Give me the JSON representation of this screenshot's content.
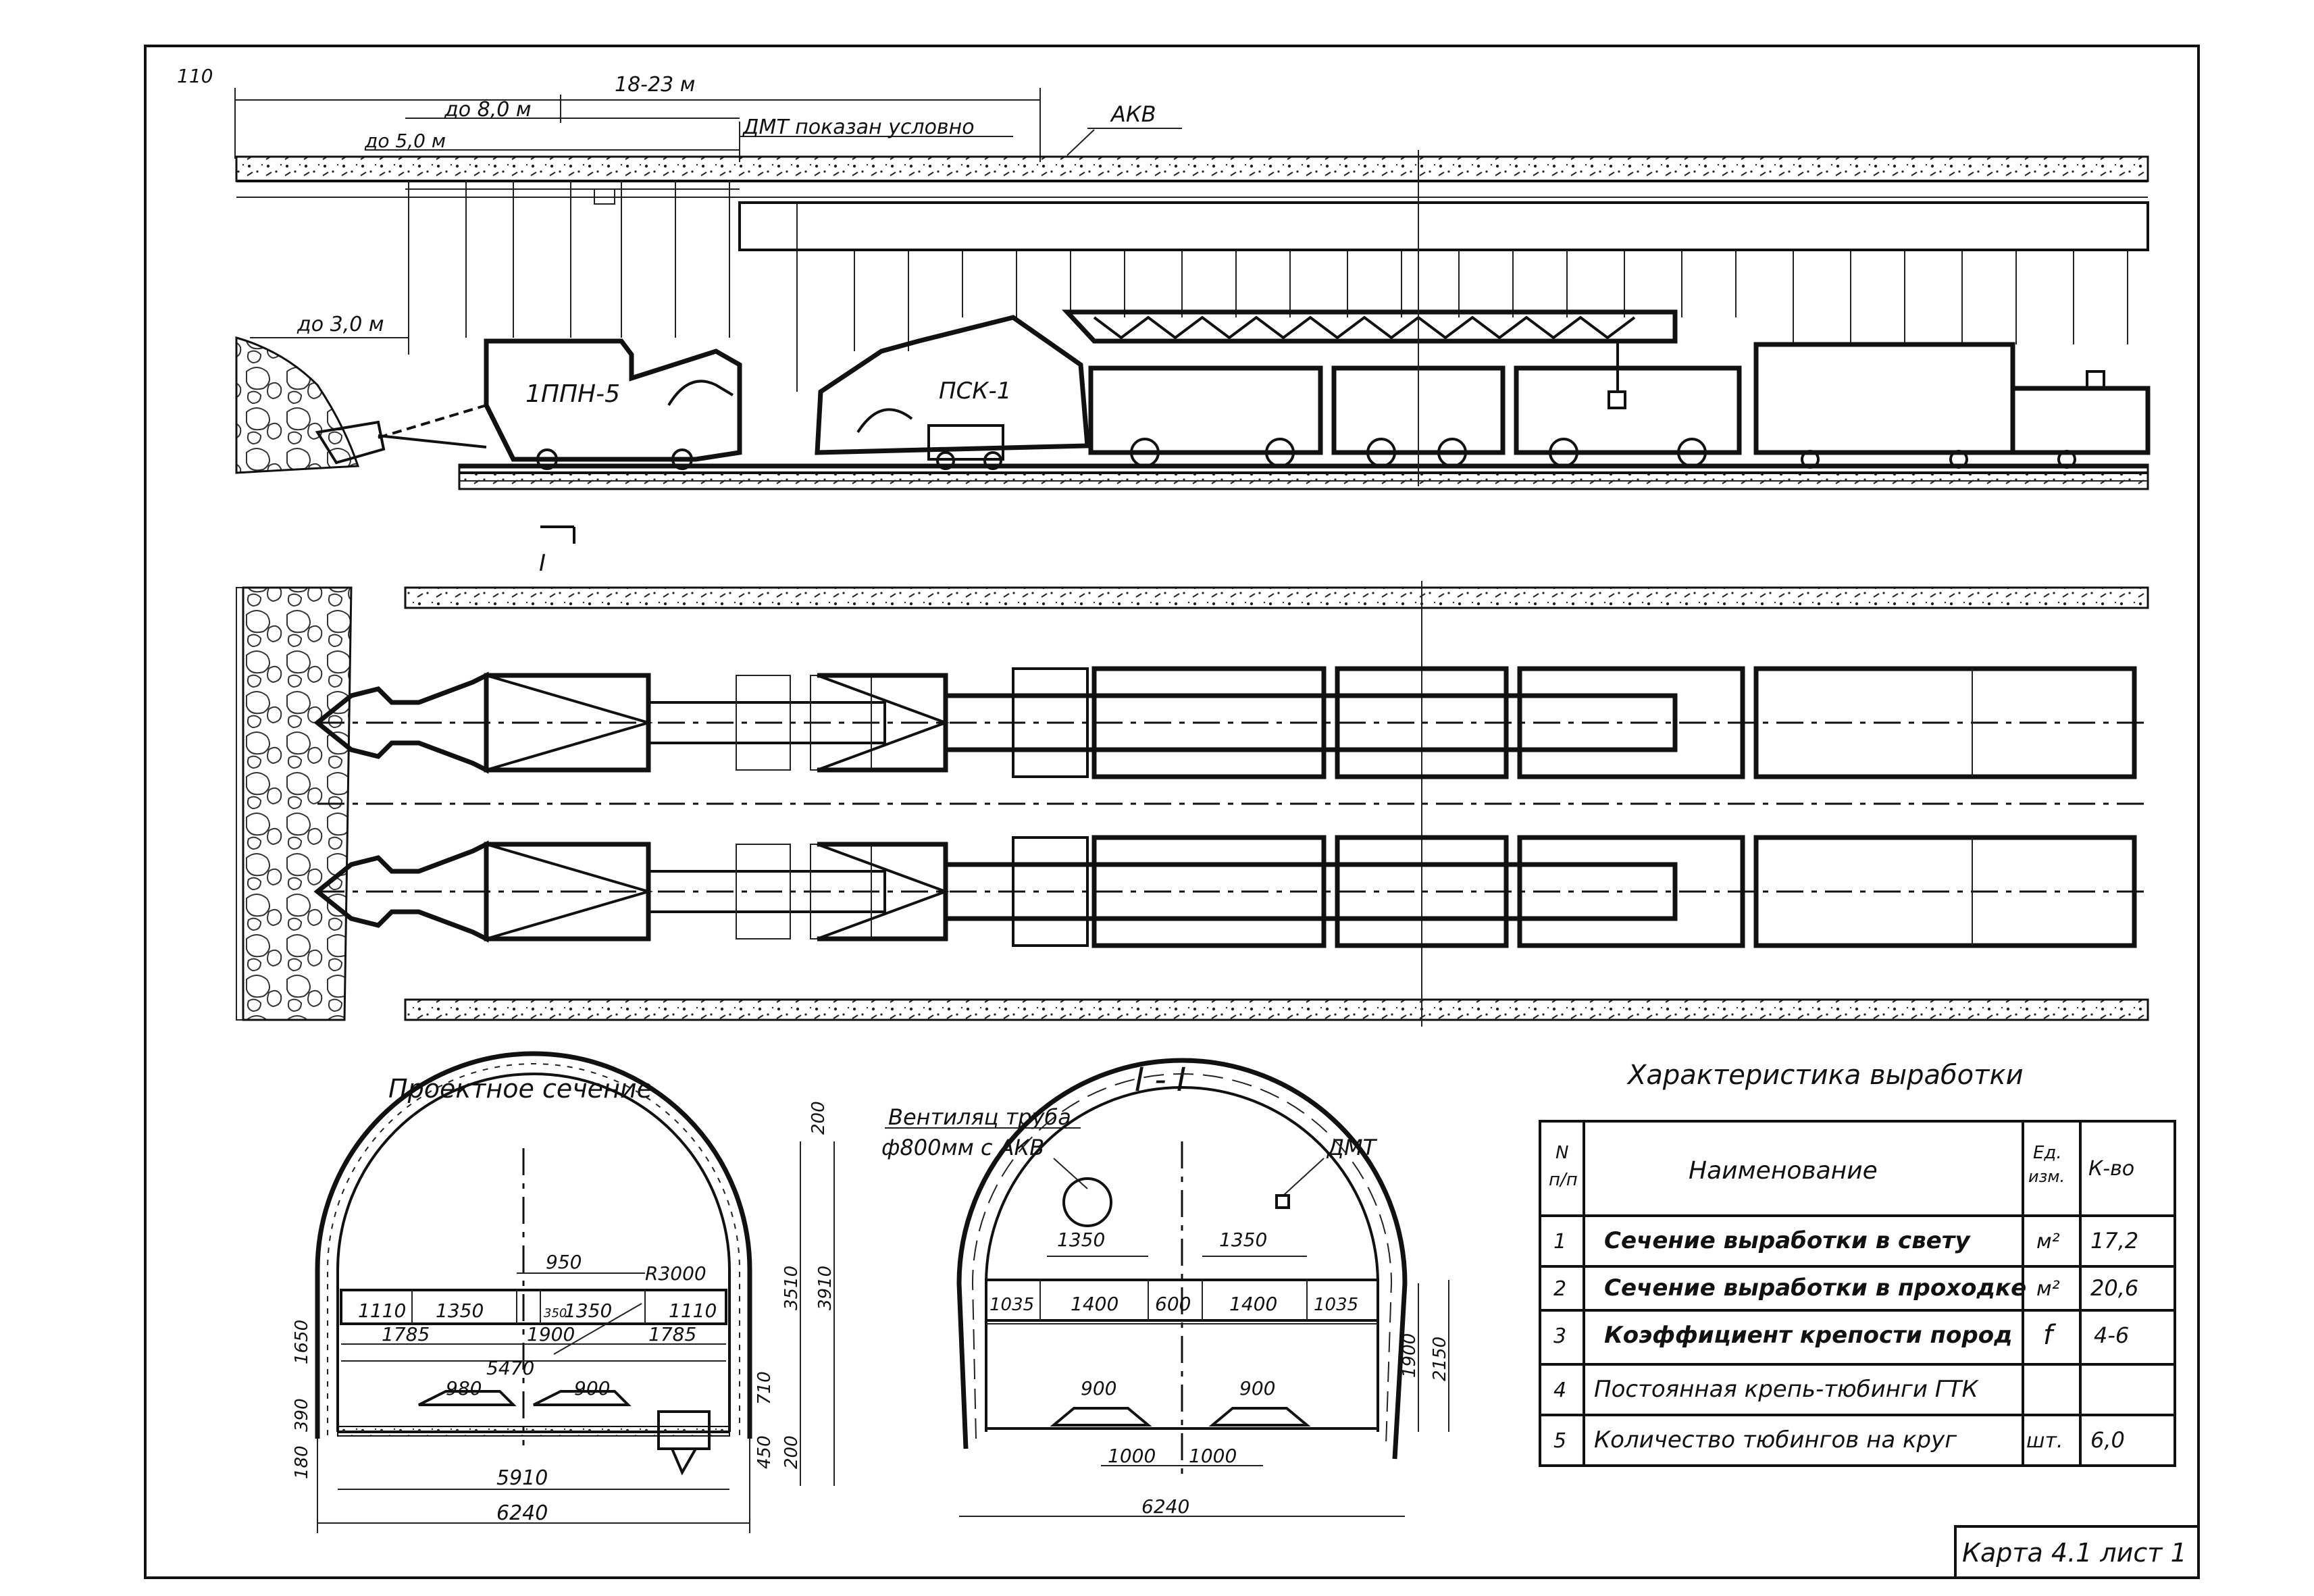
{
  "sheet": {
    "page_number": "110",
    "stamp": "Карта 4.1 лист 1"
  },
  "longitudinal": {
    "dim_total": "18-23 м",
    "dim_8": "до 8,0 м",
    "dim_5": "до 5,0 м",
    "dmt_note": "ДМТ показан условно",
    "akv_label": "АКВ",
    "dim_3": "до 3,0 м",
    "loader_label": "1ППН-5",
    "conveyor_label": "ПСК-1",
    "section_mark": "I"
  },
  "design_section": {
    "title": "Проектное сечение",
    "dims": {
      "d950": "950",
      "d1110a": "1110",
      "d1350a": "1350",
      "d350": "350",
      "d1350b": "1350",
      "d1110b": "1110",
      "d1785a": "1785",
      "d1900": "1900",
      "d1785b": "1785",
      "d5470": "5470",
      "r3000": "R3000",
      "d980": "980",
      "d900": "900",
      "d5910": "5910",
      "d6240": "6240",
      "d200top": "200",
      "d3510": "3510",
      "d3910": "3910",
      "d710": "710",
      "d450": "450",
      "d200bot": "200",
      "d1650": "1650",
      "d390": "390",
      "d180": "180"
    }
  },
  "section_II": {
    "title": "I - I",
    "vent_label1": "Вентиляц труба",
    "vent_label2": "ф800мм с АКВ",
    "dmt_label": "ДМТ",
    "dims": {
      "d1350a": "1350",
      "d1350b": "1350",
      "d1035a": "1035",
      "d1400a": "1400",
      "d600": "600",
      "d1400b": "1400",
      "d1035b": "1035",
      "d900a": "900",
      "d900b": "900",
      "d1000a": "1000",
      "d1000b": "1000",
      "d6240": "6240",
      "d2150": "2150",
      "d1900": "1900"
    }
  },
  "characteristics": {
    "title": "Характеристика выработки",
    "headers": {
      "num1": "N",
      "num2": "п/п",
      "name": "Наименование",
      "unit1": "Ед.",
      "unit2": "изм.",
      "qty": "К-во"
    },
    "rows": [
      {
        "n": "1",
        "name": "Сечение выработки в свету",
        "unit": "м²",
        "qty": "17,2"
      },
      {
        "n": "2",
        "name": "Сечение выработки в проходке",
        "unit": "м²",
        "qty": "20,6"
      },
      {
        "n": "3",
        "name": "Коэффициент крепости пород",
        "unit": "f",
        "qty": "4-6"
      },
      {
        "n": "4",
        "name": "Постоянная крепь-тюбинги ГТК",
        "unit": "",
        "qty": ""
      },
      {
        "n": "5",
        "name": "Количество тюбингов на круг",
        "unit": "шт.",
        "qty": "6,0"
      }
    ]
  }
}
